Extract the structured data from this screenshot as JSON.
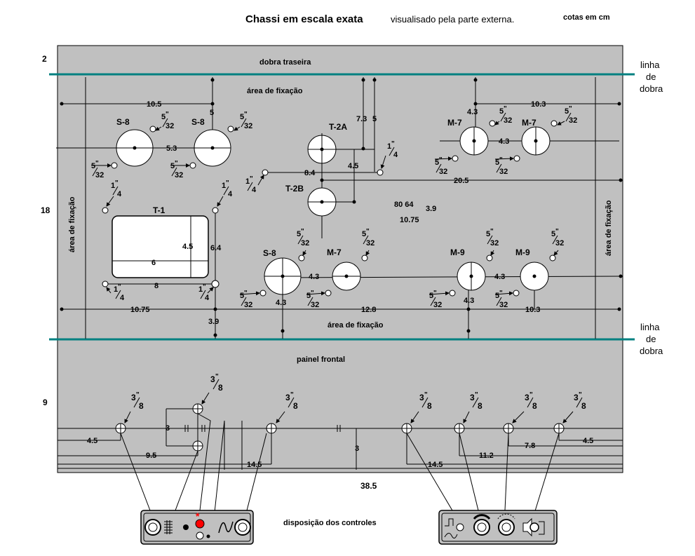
{
  "header": {
    "title": "Chassi em escala exata",
    "subtitle": "visualisado pela parte externa.",
    "units": "cotas em cm"
  },
  "colors": {
    "sheet": "#c0c0c0",
    "fold_line": "#008080",
    "hole": "#ffffff",
    "led": "#ff0000"
  },
  "sections": {
    "rear_fold": "dobra traseira",
    "fixing_area": "área de fixação",
    "front_panel": "painel frontal",
    "fold_line_1": "linha",
    "fold_line_2": "de",
    "fold_line_3": "dobra",
    "controls_caption": "disposição dos controles"
  },
  "heights": {
    "rear": "2",
    "body": "18",
    "front": "9"
  },
  "total_width": "38.5",
  "tubes": {
    "s8a": "S-8",
    "s8b": "S-8",
    "t2a": "T-2A",
    "t2b": "T-2B",
    "m7a": "M-7",
    "m7b": "M-7",
    "t1": "T-1",
    "s8c": "S-8",
    "m7c": "M-7",
    "m9a": "M-9",
    "m9b": "M-9"
  },
  "fractions": {
    "n5": "5",
    "d32": "32",
    "n1": "1",
    "d4": "4",
    "n3": "3",
    "d8": "8",
    "inch": "\""
  },
  "dims": {
    "d10_5": "10.5",
    "d5_top": "5",
    "d5_3": "5.3",
    "d7_3": "7.3",
    "d5_t2": "5",
    "d4_5_t2": "4.5",
    "d8_4": "8.4",
    "d80_64": "80 64",
    "d3_9_mid": "3.9",
    "d10_75_mid": "10.75",
    "d4_3_m7top": "4.3",
    "d10_3_top": "10.3",
    "d4_3_m7mid": "4.3",
    "d20_5": "20.5",
    "d4_5_t1": "4.5",
    "d6_t1": "6",
    "d6_4": "6.4",
    "d8_t1": "8",
    "d4_3_s8": "4.3",
    "d4_3_s8b": "4.3",
    "d4_3_m9": "4.3",
    "d4_3_m9b": "4.3",
    "d10_75_bot": "10.75",
    "d12_8": "12.8",
    "d10_3_bot": "10.3",
    "d3_9_bot": "3.9",
    "f4_5_l": "4.5",
    "f3_l": "3",
    "f9_5": "9.5",
    "f14_5_l": "14.5",
    "f3_c": "3",
    "f14_5_r": "14.5",
    "f11_2": "11.2",
    "f7_8": "7.8",
    "f4_5_r": "4.5"
  }
}
